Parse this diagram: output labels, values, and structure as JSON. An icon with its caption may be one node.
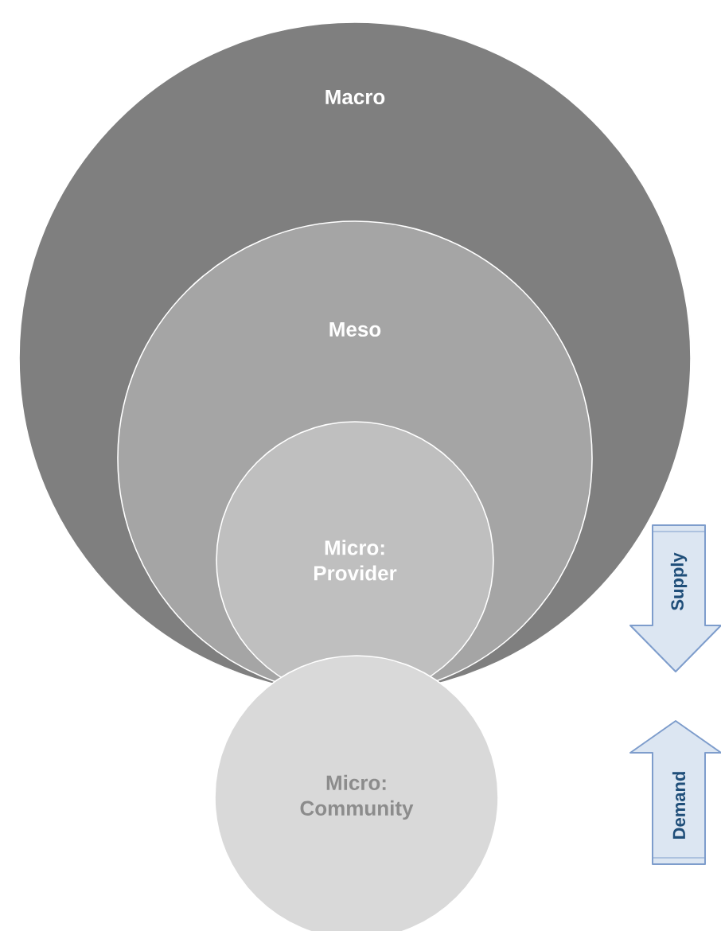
{
  "diagram": {
    "nodes": [
      {
        "text": [
          "Macro"
        ]
      },
      {
        "text": [
          "Meso"
        ],
        "in": 0
      },
      {
        "text": [
          "Micro: Provider"
        ],
        "in": 1
      },
      {
        "text": [
          "Micro: Community"
        ]
      },
      {
        "text": [
          "Supply"
        ]
      },
      {
        "text": [
          "Demand"
        ]
      }
    ]
  }
}
